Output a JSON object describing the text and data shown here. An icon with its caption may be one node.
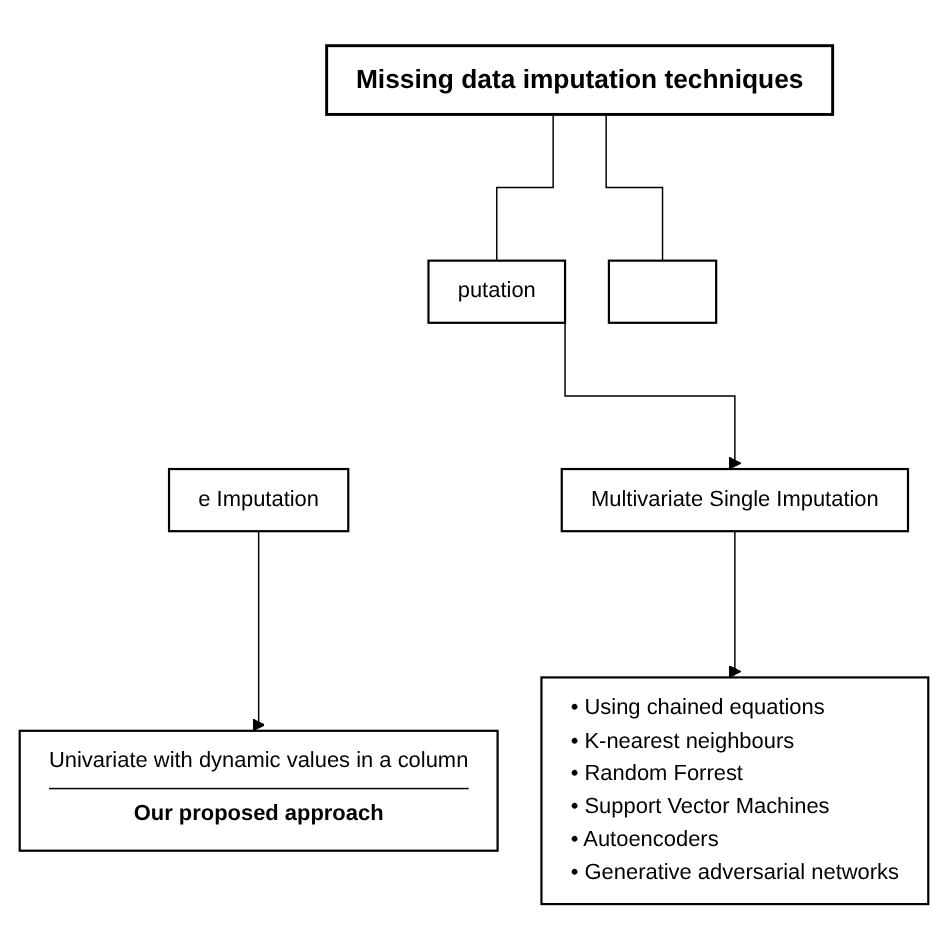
{
  "diagram": {
    "nodes": [
      {
        "text": [
          "Missing data imputation techniques"
        ]
      },
      {
        "text": [
          "putation"
        ]
      },
      {
        "text": [],
        "shape": "box"
      },
      {
        "text": [
          "e Imputation"
        ]
      },
      {
        "text": [
          "Multivariate Single Imputation"
        ]
      },
      {
        "text": [
          "Univariate with dynamic values in a column",
          "Our proposed approach"
        ]
      },
      {
        "text": [
          "• Using chained equations",
          "• K-nearest neighbours",
          "• Random Forrest",
          "• Support Vector Machines",
          "• Autoencoders",
          "• Generative adversarial networks"
        ]
      }
    ],
    "edges": [
      {
        "from": 0,
        "to": 1,
        "arrow": "none"
      },
      {
        "from": 0,
        "to": 2,
        "arrow": "none"
      },
      {
        "from": 1,
        "to": 4,
        "arrow": "to"
      },
      {
        "from": 3,
        "to": 5,
        "arrow": "to"
      },
      {
        "from": 4,
        "to": 6,
        "arrow": "to"
      }
    ]
  }
}
